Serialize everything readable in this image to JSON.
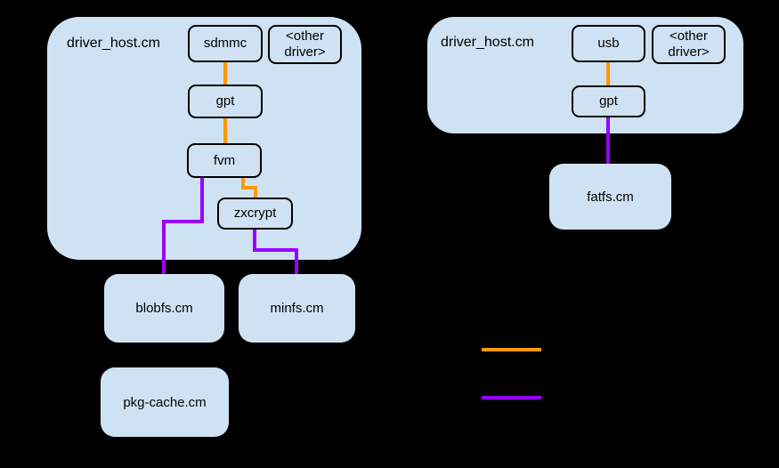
{
  "colors": {
    "background": "#000000",
    "node_fill": "#cfe2f3",
    "node_border": "#000000",
    "text": "#000000",
    "block_channel_orange": "#ff9900",
    "filesystem_channel_purple": "#9900ff"
  },
  "left_driver_host": {
    "label": "driver_host.cm",
    "sdmmc": "sdmmc",
    "other_driver_line1": "<other",
    "other_driver_line2": "driver>",
    "gpt": "gpt",
    "fvm": "fvm",
    "zxcrypt": "zxcrypt"
  },
  "right_driver_host": {
    "label": "driver_host.cm",
    "usb": "usb",
    "other_driver_line1": "<other",
    "other_driver_line2": "driver>",
    "gpt": "gpt"
  },
  "filesystems": {
    "blobfs": "blobfs.cm",
    "minfs": "minfs.cm",
    "pkg_cache": "pkg-cache.cm",
    "fatfs": "fatfs.cm"
  },
  "legend": {
    "orange_line_color": "#ff9900",
    "purple_line_color": "#9900ff"
  }
}
